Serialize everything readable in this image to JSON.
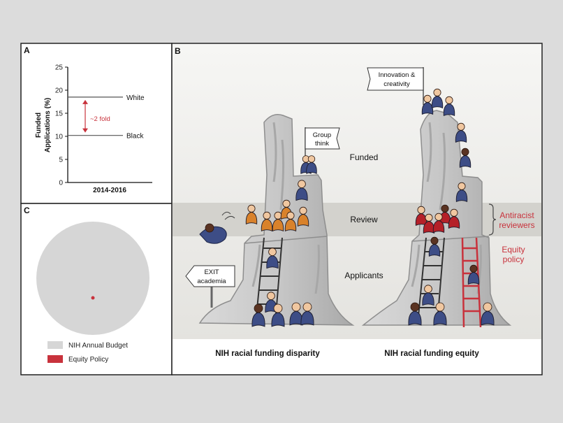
{
  "panel_a": {
    "letter": "A",
    "ylabel_line1": "Funded",
    "ylabel_line2": "Applications (%)",
    "xlabel": "2014-2016",
    "fold_label": "~2 fold",
    "arrow_color": "#c8323c"
  },
  "panel_b": {
    "letter": "B",
    "band_funded": "Funded",
    "band_review": "Review",
    "band_applicants": "Applicants",
    "flag_left_line1": "Group",
    "flag_left_line2": "think",
    "flag_right_line1": "Innovation &",
    "flag_right_line2": "creativity",
    "exit_line1": "EXIT",
    "exit_line2": "academia",
    "antiracist_line1": "Antiracist",
    "antiracist_line2": "reviewers",
    "equity_line1": "Equity",
    "equity_line2": "policy",
    "caption_left": "NIH racial funding disparity",
    "caption_right": "NIH racial funding equity",
    "accent_color": "#c8323c",
    "figure_blue": "#3d4d86",
    "figure_orange": "#d9822b",
    "figure_red": "#b52028"
  },
  "panel_c": {
    "letter": "C",
    "legend": [
      "NIH Annual Budget",
      "Equity Policy"
    ],
    "budget_color": "#d6d6d6",
    "equity_color": "#c8323c"
  },
  "chart_data": {
    "type": "line",
    "xlabel": "2014-2016",
    "ylabel": "Funded Applications (%)",
    "ylim": [
      0,
      25
    ],
    "yticks": [
      0,
      5,
      10,
      15,
      20,
      25
    ],
    "series": [
      {
        "name": "White",
        "values": [
          18.5
        ]
      },
      {
        "name": "Black",
        "values": [
          10.2
        ]
      }
    ],
    "annotation": "~2 fold"
  }
}
